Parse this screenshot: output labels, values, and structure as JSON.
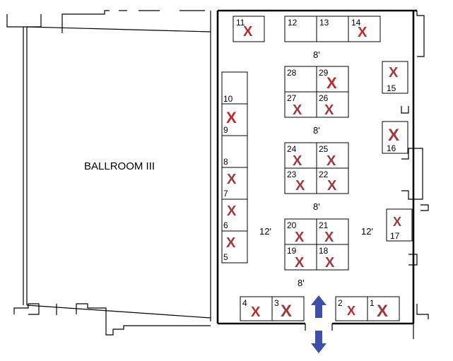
{
  "room_label": "BALLROOM III",
  "aisle_labels": {
    "aisle_top": "8'",
    "aisle_upper": "8'",
    "aisle_middle": "8'",
    "aisle_bottom": "8'",
    "side_left": "12'",
    "side_right": "12'"
  },
  "colors": {
    "taken_mark": "#c0282b",
    "arrow": "#3e4fa8"
  },
  "booths": [
    {
      "number": "1",
      "taken": true
    },
    {
      "number": "2",
      "taken": true
    },
    {
      "number": "3",
      "taken": true
    },
    {
      "number": "4",
      "taken": true
    },
    {
      "number": "5",
      "taken": true
    },
    {
      "number": "6",
      "taken": true
    },
    {
      "number": "7",
      "taken": true
    },
    {
      "number": "8",
      "taken": false
    },
    {
      "number": "9",
      "taken": true
    },
    {
      "number": "10",
      "taken": false
    },
    {
      "number": "11",
      "taken": true
    },
    {
      "number": "12",
      "taken": false
    },
    {
      "number": "13",
      "taken": false
    },
    {
      "number": "14",
      "taken": true
    },
    {
      "number": "15",
      "taken": true
    },
    {
      "number": "16",
      "taken": true
    },
    {
      "number": "17",
      "taken": true
    },
    {
      "number": "18",
      "taken": true
    },
    {
      "number": "19",
      "taken": true
    },
    {
      "number": "20",
      "taken": true
    },
    {
      "number": "21",
      "taken": true
    },
    {
      "number": "22",
      "taken": true
    },
    {
      "number": "23",
      "taken": true
    },
    {
      "number": "24",
      "taken": true
    },
    {
      "number": "25",
      "taken": true
    },
    {
      "number": "26",
      "taken": true
    },
    {
      "number": "27",
      "taken": true
    },
    {
      "number": "28",
      "taken": false
    },
    {
      "number": "29",
      "taken": true
    }
  ],
  "taken_symbol": "X",
  "entrance": "double-arrow-icon"
}
